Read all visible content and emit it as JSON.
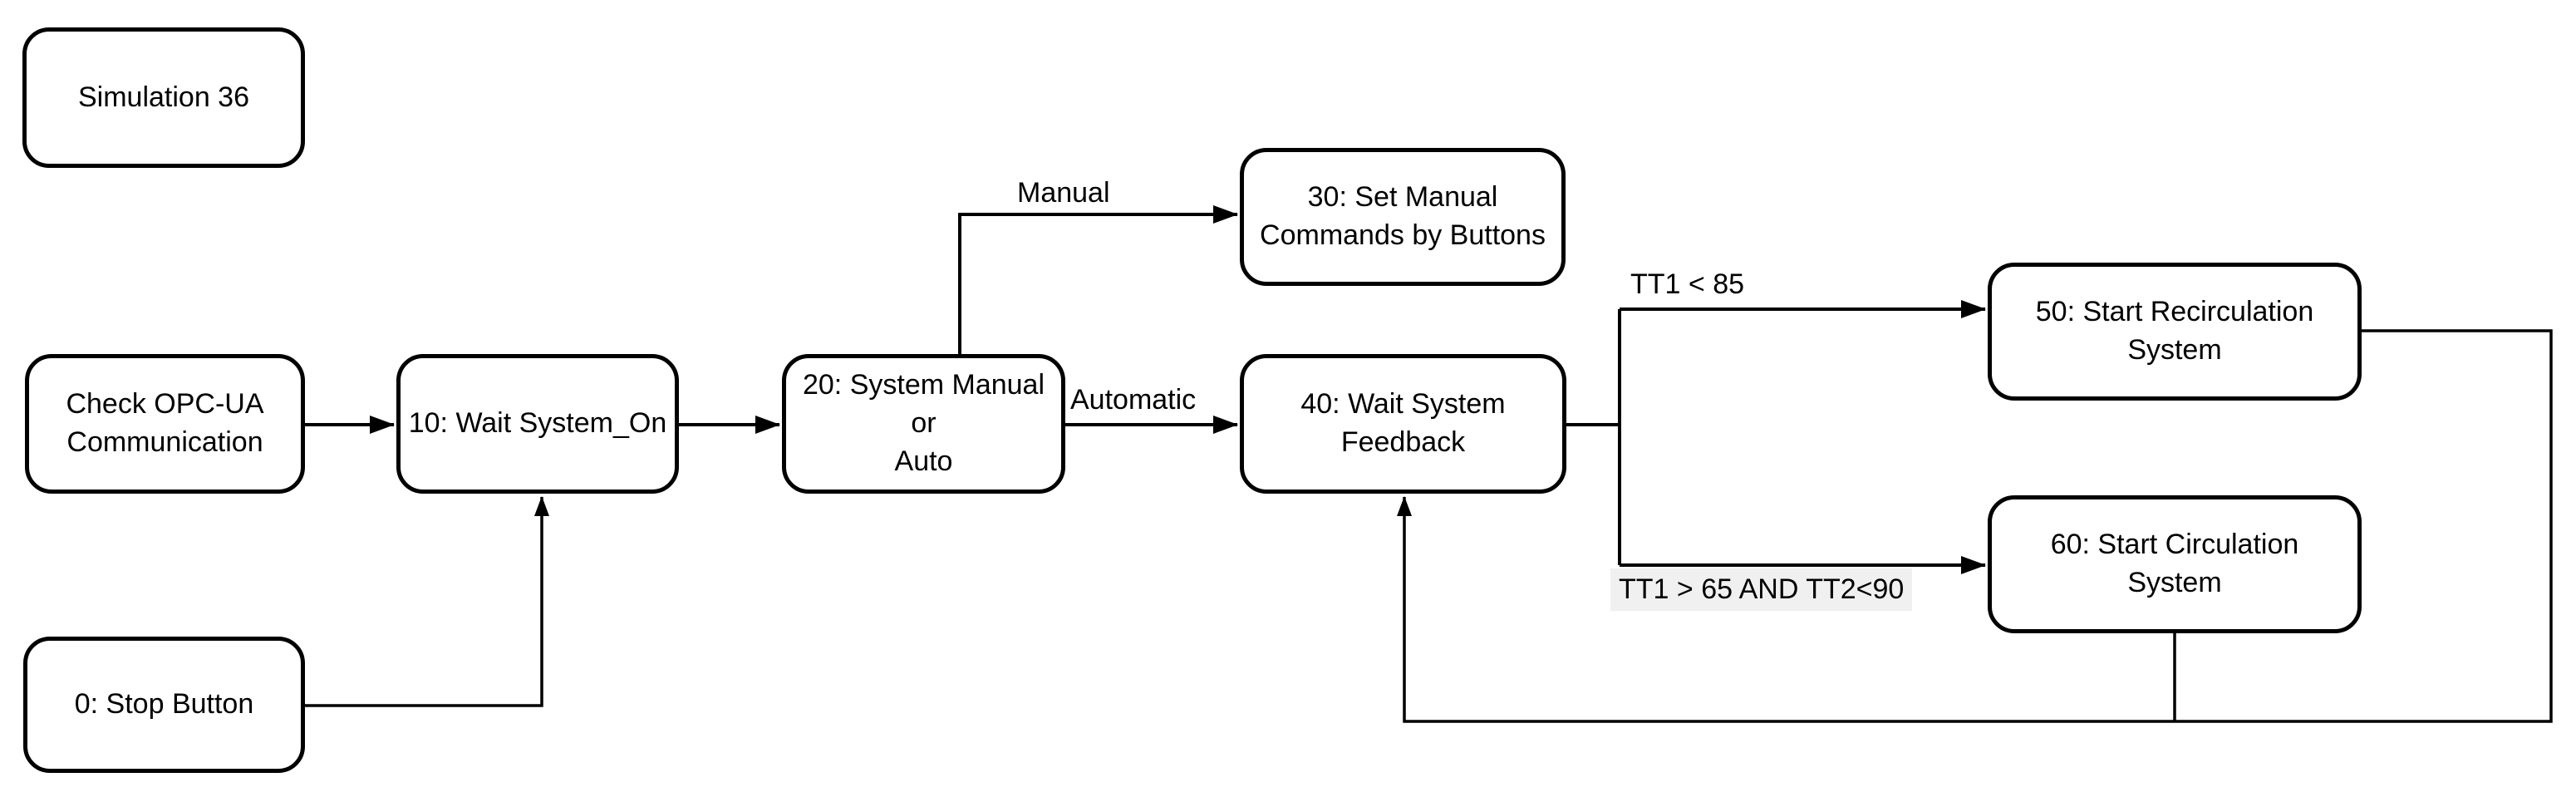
{
  "diagram": {
    "background_color": "#ffffff",
    "line_color": "#000000",
    "label_highlight_color": "#f0f0f0"
  },
  "nodes": {
    "sim36": {
      "label": "Simulation 36"
    },
    "check_opc": {
      "label": "Check OPC-UA\nCommunication"
    },
    "s10": {
      "label": "10: Wait System_On"
    },
    "s20": {
      "label": "20: System Manual\nor\nAuto"
    },
    "s30": {
      "label": "30: Set Manual\nCommands by Buttons"
    },
    "s40": {
      "label": "40: Wait System\nFeedback"
    },
    "s50": {
      "label": "50: Start Recirculation\nSystem"
    },
    "s60": {
      "label": "60: Start Circulation\nSystem"
    },
    "s0": {
      "label": "0: Stop Button"
    }
  },
  "edge_labels": {
    "manual": "Manual",
    "automatic": "Automatic",
    "to_recirculation": "TT1 < 85",
    "to_circulation": "TT1 > 65 AND TT2<90"
  }
}
